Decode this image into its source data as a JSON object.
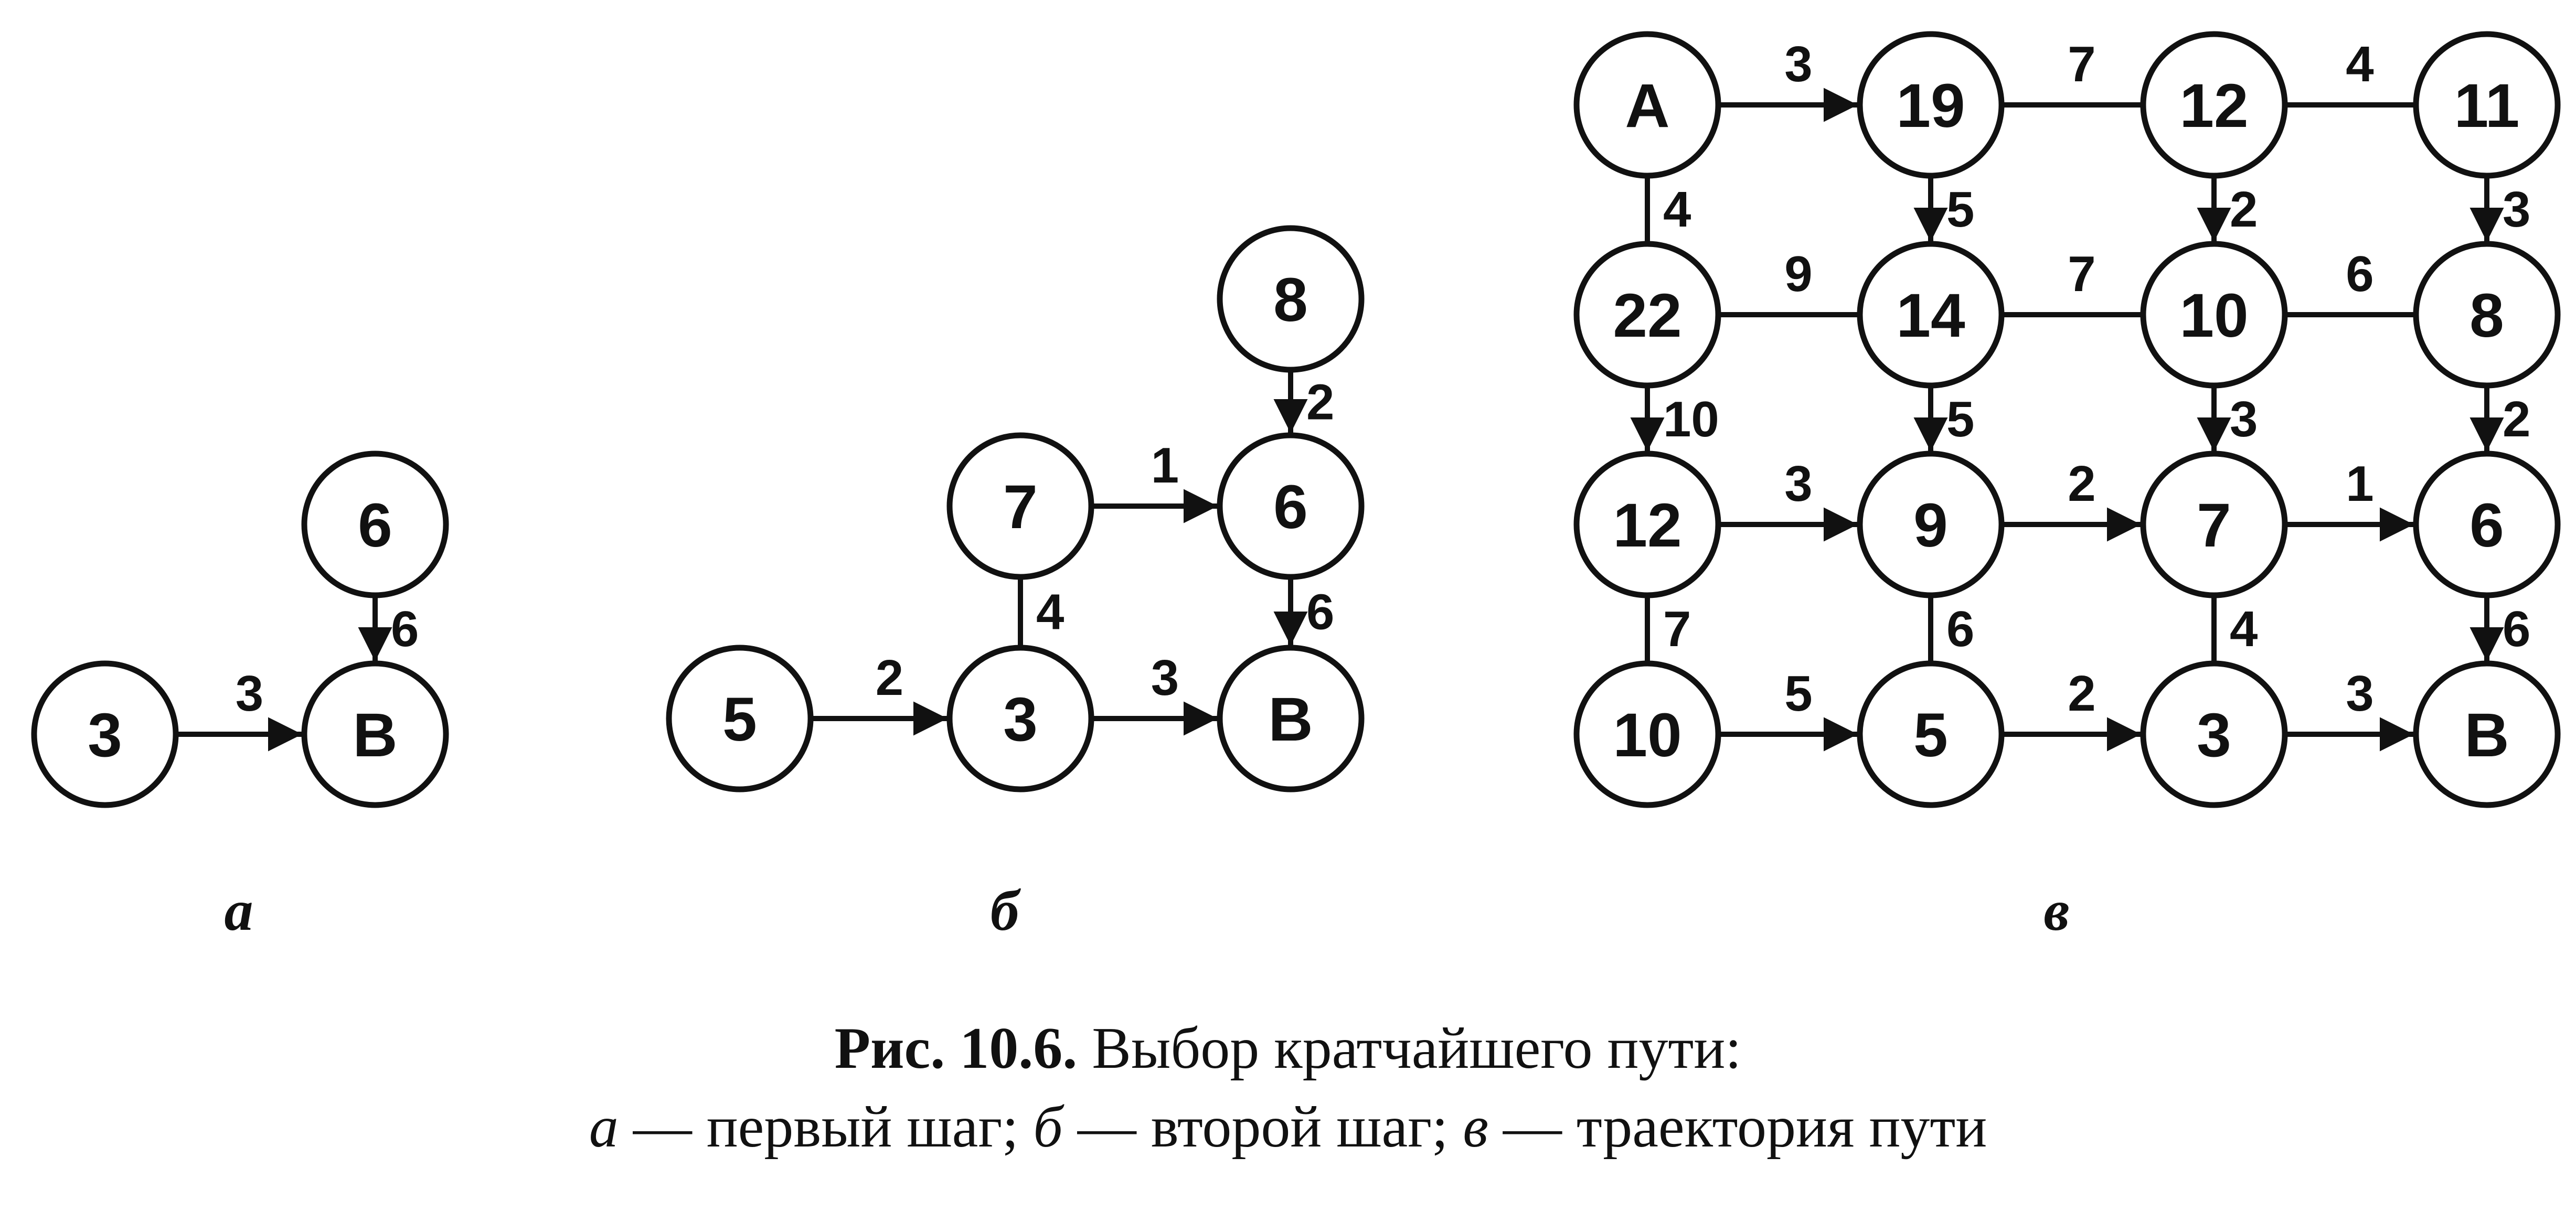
{
  "panels": [
    {
      "id": "a",
      "label": "а",
      "nodes": [
        {
          "id": "a-n3",
          "label": "3"
        },
        {
          "id": "a-n6",
          "label": "6"
        },
        {
          "id": "a-B",
          "label": "B"
        }
      ],
      "edges": [
        {
          "from": "a-n3",
          "to": "a-B",
          "weight": "3",
          "directed": true
        },
        {
          "from": "a-n6",
          "to": "a-B",
          "weight": "6",
          "directed": true
        }
      ]
    },
    {
      "id": "b",
      "label": "б",
      "nodes": [
        {
          "id": "b-n8",
          "label": "8"
        },
        {
          "id": "b-n7",
          "label": "7"
        },
        {
          "id": "b-n6",
          "label": "6"
        },
        {
          "id": "b-n5",
          "label": "5"
        },
        {
          "id": "b-n3",
          "label": "3"
        },
        {
          "id": "b-B",
          "label": "B"
        }
      ],
      "edges": [
        {
          "from": "b-n8",
          "to": "b-n6",
          "weight": "2",
          "directed": true
        },
        {
          "from": "b-n7",
          "to": "b-n6",
          "weight": "1",
          "directed": true
        },
        {
          "from": "b-n7",
          "to": "b-n3",
          "weight": "4",
          "directed": false
        },
        {
          "from": "b-n6",
          "to": "b-B",
          "weight": "6",
          "directed": true
        },
        {
          "from": "b-n5",
          "to": "b-n3",
          "weight": "2",
          "directed": true
        },
        {
          "from": "b-n3",
          "to": "b-B",
          "weight": "3",
          "directed": true
        }
      ]
    },
    {
      "id": "v",
      "label": "в",
      "nodes": [
        {
          "id": "v-00",
          "label": "A"
        },
        {
          "id": "v-01",
          "label": "19"
        },
        {
          "id": "v-02",
          "label": "12"
        },
        {
          "id": "v-03",
          "label": "11"
        },
        {
          "id": "v-10",
          "label": "22"
        },
        {
          "id": "v-11",
          "label": "14"
        },
        {
          "id": "v-12",
          "label": "10"
        },
        {
          "id": "v-13",
          "label": "8"
        },
        {
          "id": "v-20",
          "label": "12"
        },
        {
          "id": "v-21",
          "label": "9"
        },
        {
          "id": "v-22",
          "label": "7"
        },
        {
          "id": "v-23",
          "label": "6"
        },
        {
          "id": "v-30",
          "label": "10"
        },
        {
          "id": "v-31",
          "label": "5"
        },
        {
          "id": "v-32",
          "label": "3"
        },
        {
          "id": "v-33",
          "label": "B"
        }
      ],
      "edges": [
        {
          "from": "v-00",
          "to": "v-01",
          "weight": "3",
          "directed": true
        },
        {
          "from": "v-01",
          "to": "v-02",
          "weight": "7",
          "directed": false
        },
        {
          "from": "v-02",
          "to": "v-03",
          "weight": "4",
          "directed": false
        },
        {
          "from": "v-10",
          "to": "v-11",
          "weight": "9",
          "directed": false
        },
        {
          "from": "v-11",
          "to": "v-12",
          "weight": "7",
          "directed": false
        },
        {
          "from": "v-12",
          "to": "v-13",
          "weight": "6",
          "directed": false
        },
        {
          "from": "v-20",
          "to": "v-21",
          "weight": "3",
          "directed": true
        },
        {
          "from": "v-21",
          "to": "v-22",
          "weight": "2",
          "directed": true
        },
        {
          "from": "v-22",
          "to": "v-23",
          "weight": "1",
          "directed": true
        },
        {
          "from": "v-30",
          "to": "v-31",
          "weight": "5",
          "directed": true
        },
        {
          "from": "v-31",
          "to": "v-32",
          "weight": "2",
          "directed": true
        },
        {
          "from": "v-32",
          "to": "v-33",
          "weight": "3",
          "directed": true
        },
        {
          "from": "v-00",
          "to": "v-10",
          "weight": "4",
          "directed": false
        },
        {
          "from": "v-10",
          "to": "v-20",
          "weight": "10",
          "directed": true
        },
        {
          "from": "v-20",
          "to": "v-30",
          "weight": "7",
          "directed": false
        },
        {
          "from": "v-01",
          "to": "v-11",
          "weight": "5",
          "directed": true
        },
        {
          "from": "v-11",
          "to": "v-21",
          "weight": "5",
          "directed": true
        },
        {
          "from": "v-21",
          "to": "v-31",
          "weight": "6",
          "directed": false
        },
        {
          "from": "v-02",
          "to": "v-12",
          "weight": "2",
          "directed": true
        },
        {
          "from": "v-12",
          "to": "v-22",
          "weight": "3",
          "directed": true
        },
        {
          "from": "v-22",
          "to": "v-32",
          "weight": "4",
          "directed": false
        },
        {
          "from": "v-03",
          "to": "v-13",
          "weight": "3",
          "directed": true
        },
        {
          "from": "v-13",
          "to": "v-23",
          "weight": "2",
          "directed": true
        },
        {
          "from": "v-23",
          "to": "v-33",
          "weight": "6",
          "directed": true
        }
      ]
    }
  ],
  "caption": {
    "figure_number": "Рис. 10.6.",
    "title": "Выбор кратчайшего пути:",
    "items": [
      {
        "letter": "а",
        "text": "первый шаг;"
      },
      {
        "letter": "б",
        "text": "второй шаг;"
      },
      {
        "letter": "в",
        "text": "траектория пути"
      }
    ],
    "dash": "—"
  }
}
